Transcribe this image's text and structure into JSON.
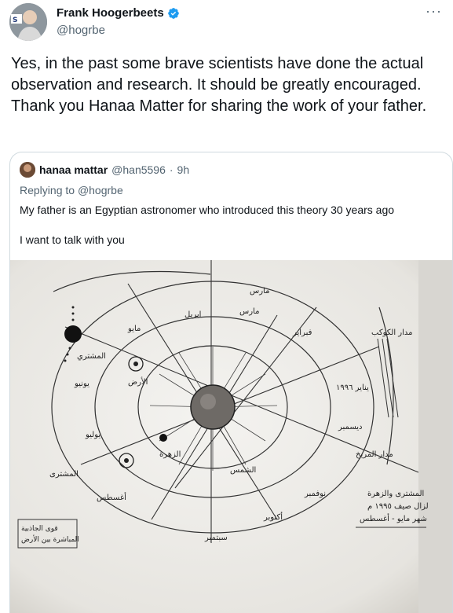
{
  "author": {
    "name": "Frank Hoogerbeets",
    "handle": "@hogrbe",
    "verified_color": "#1d9bf0"
  },
  "tweet": {
    "text": "Yes, in the past some brave scientists have done the actual observation and research. It should be greatly encouraged. Thank you Hanaa Matter for sharing the work of your father."
  },
  "more_icon": "···",
  "quoted": {
    "name": "hanaa mattar",
    "handle": "@han5596",
    "separator": "·",
    "time": "9h",
    "replying_prefix": "Replying to",
    "replying_to": "@hogrbe",
    "text": "My father is an Egyptian astronomer who introduced this theory 30 years ago",
    "text2": "I want to  talk  with  you"
  },
  "diagram": {
    "center_label": "الشمس",
    "labels": [
      "مارس",
      "مارس",
      "ابريل",
      "مايو",
      "فبراير",
      "يونيو",
      "يناير ١٩٩٦",
      "ديسمبر",
      "يوليو",
      "نوفمبر",
      "أكتوبر",
      "سبتمبر",
      "أغسطس",
      "المشتري",
      "الزهرة",
      "الأرض",
      "المشترى",
      "مدار الكوكب",
      "مدار المريخ"
    ],
    "note_right": [
      "المشترى والزهرة",
      "لزال صيف ١٩٩٥ م",
      "شهر مايو - أغسطس"
    ],
    "note_left": [
      "قوى الجاذبية",
      "المباشرة بين الأرض"
    ]
  }
}
